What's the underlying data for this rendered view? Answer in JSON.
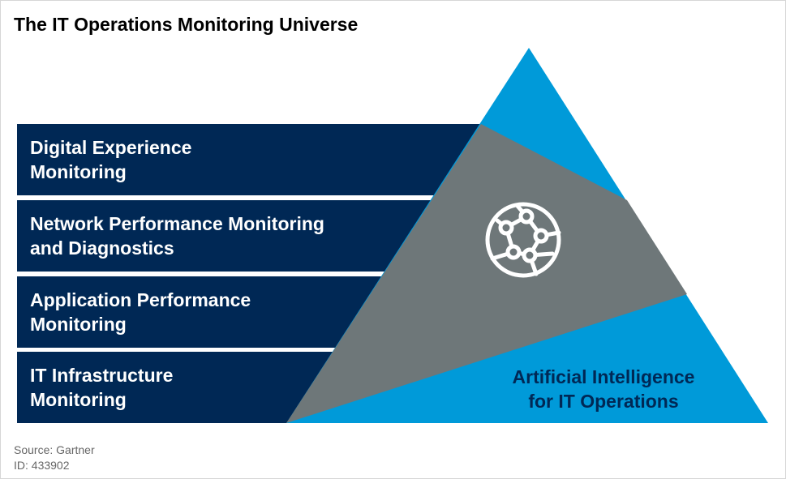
{
  "title": "The IT Operations Monitoring Universe",
  "layers": [
    {
      "line1": "Digital Experience",
      "line2": "Monitoring"
    },
    {
      "line1": "Network Performance Monitoring",
      "line2": "and Diagnostics"
    },
    {
      "line1": "Application Performance",
      "line2": "Monitoring"
    },
    {
      "line1": "IT Infrastructure",
      "line2": "Monitoring"
    }
  ],
  "aiops": {
    "line1": "Artificial Intelligence",
    "line2": "for IT Operations"
  },
  "footer": {
    "source": "Source: Gartner",
    "id": "ID: 433902"
  },
  "icon": "network-globe-icon",
  "colors": {
    "navy": "#002855",
    "blue": "#009ad9",
    "gray": "#6e7779",
    "white": "#ffffff"
  }
}
